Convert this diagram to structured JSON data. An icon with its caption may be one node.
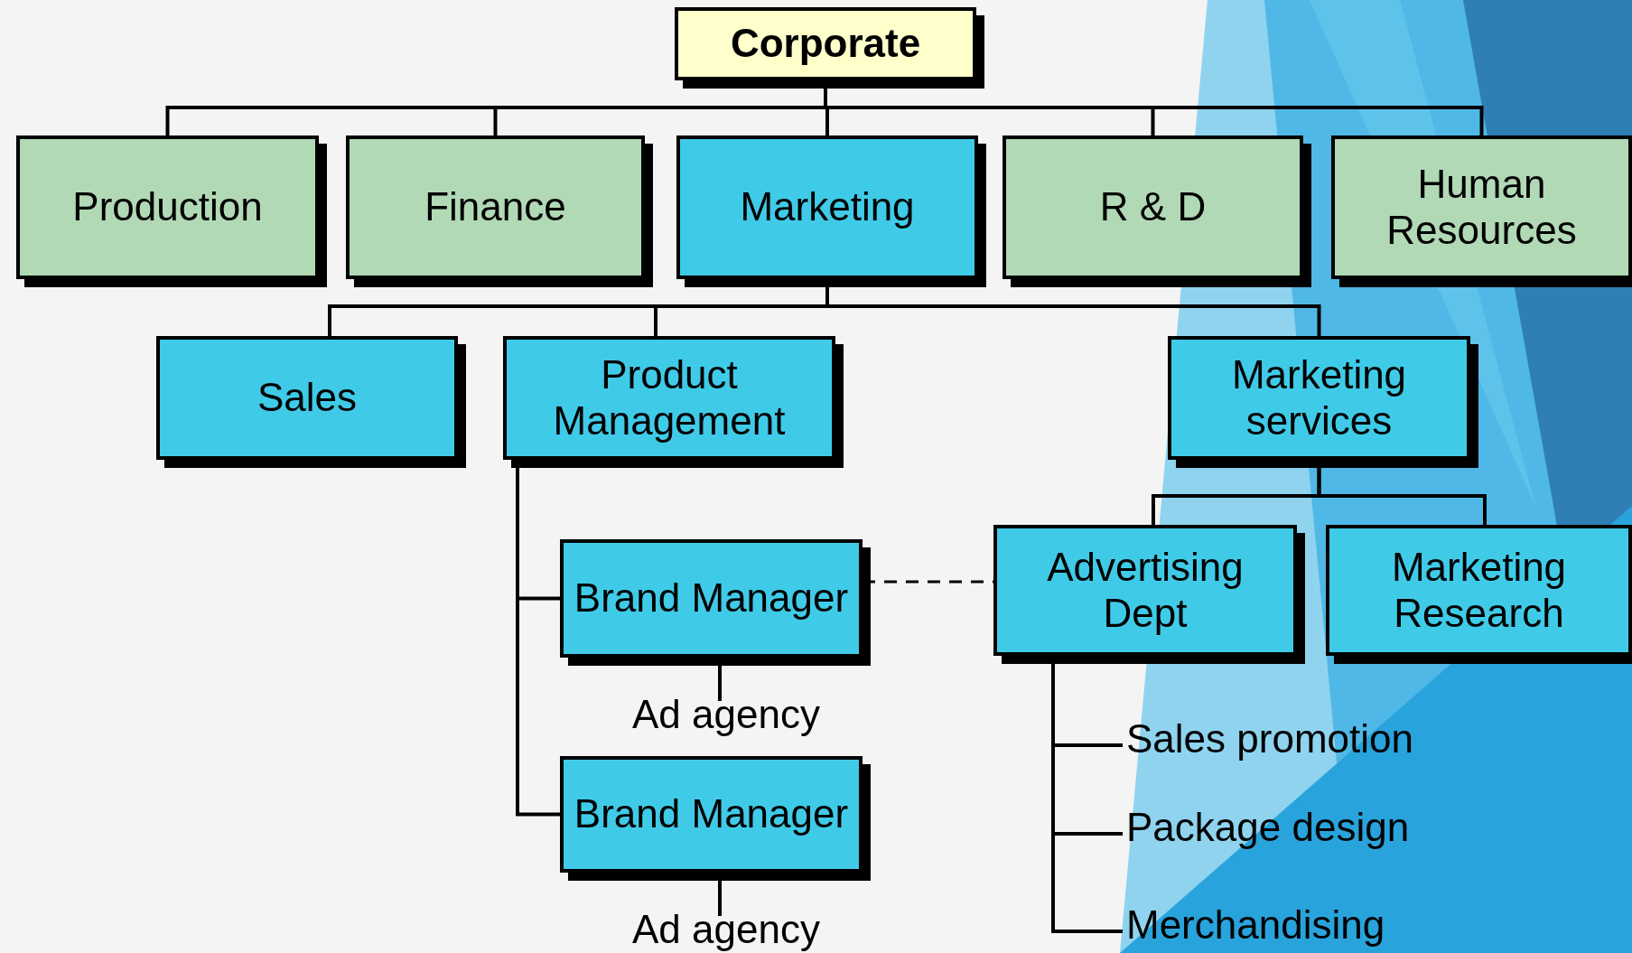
{
  "diagram": {
    "nodes": [
      {
        "text": [
          "Corporate"
        ]
      },
      {
        "text": [
          "Production"
        ]
      },
      {
        "text": [
          "Finance"
        ]
      },
      {
        "text": [
          "Marketing"
        ]
      },
      {
        "text": [
          "R & D"
        ]
      },
      {
        "text": [
          "Human Resources"
        ]
      },
      {
        "text": [
          "Sales"
        ]
      },
      {
        "text": [
          "Product Management"
        ]
      },
      {
        "text": [
          "Marketing services"
        ]
      },
      {
        "text": [
          "Brand Manager"
        ]
      },
      {
        "text": [
          "Ad agency"
        ]
      },
      {
        "text": [
          "Brand Manager"
        ]
      },
      {
        "text": [
          "Ad agency"
        ]
      },
      {
        "text": [
          "Advertising Dept"
        ]
      },
      {
        "text": [
          "Marketing Research"
        ]
      },
      {
        "text": [
          "Sales promotion"
        ]
      },
      {
        "text": [
          "Package design"
        ]
      },
      {
        "text": [
          "Merchandising"
        ]
      }
    ],
    "edges": [
      {
        "from": 0,
        "to": 1,
        "arrow": "none"
      },
      {
        "from": 0,
        "to": 2,
        "arrow": "none"
      },
      {
        "from": 0,
        "to": 3,
        "arrow": "none"
      },
      {
        "from": 0,
        "to": 4,
        "arrow": "none"
      },
      {
        "from": 0,
        "to": 5,
        "arrow": "none"
      },
      {
        "from": 3,
        "to": 6,
        "arrow": "none"
      },
      {
        "from": 3,
        "to": 7,
        "arrow": "none"
      },
      {
        "from": 3,
        "to": 8,
        "arrow": "none"
      },
      {
        "from": 7,
        "to": 9,
        "arrow": "none"
      },
      {
        "from": 7,
        "to": 11,
        "arrow": "none"
      },
      {
        "from": 9,
        "to": 10,
        "arrow": "none"
      },
      {
        "from": 11,
        "to": 12,
        "arrow": "none"
      },
      {
        "from": 9,
        "to": 13,
        "arrow": "none",
        "style": "dashed"
      },
      {
        "from": 8,
        "to": 13,
        "arrow": "none"
      },
      {
        "from": 8,
        "to": 14,
        "arrow": "none"
      },
      {
        "from": 13,
        "to": 15,
        "arrow": "none"
      },
      {
        "from": 13,
        "to": 16,
        "arrow": "none"
      },
      {
        "from": 13,
        "to": 17,
        "arrow": "none"
      }
    ]
  }
}
